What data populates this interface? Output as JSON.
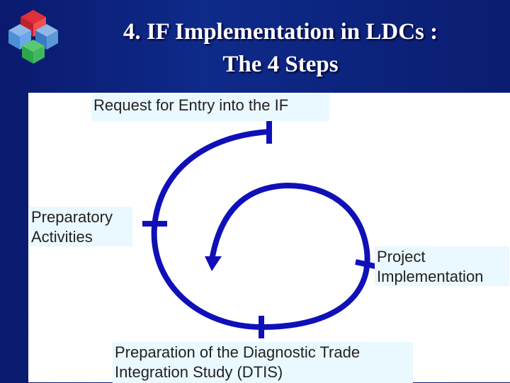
{
  "slide": {
    "title_line1": "4. IF Implementation in LDCs :",
    "title_line2": "The 4 Steps"
  },
  "logo": {
    "icon": "stacked-cubes-logo",
    "colors": [
      "#e0303a",
      "#4a8fd8",
      "#2aa84a",
      "#8fb8e8"
    ]
  },
  "diagram": {
    "steps": [
      {
        "label": "Request for Entry into the IF"
      },
      {
        "label": "Preparatory\nActivities"
      },
      {
        "label": "Project\nImplementation"
      },
      {
        "label": "Preparation of the Diagnostic Trade\nIntegration Study (DTIS)"
      }
    ],
    "colors": {
      "spiral": "#1010b8",
      "label_background": "#eaf8ff",
      "title_text": "#ffffff",
      "background": "#0e2a8a"
    }
  }
}
